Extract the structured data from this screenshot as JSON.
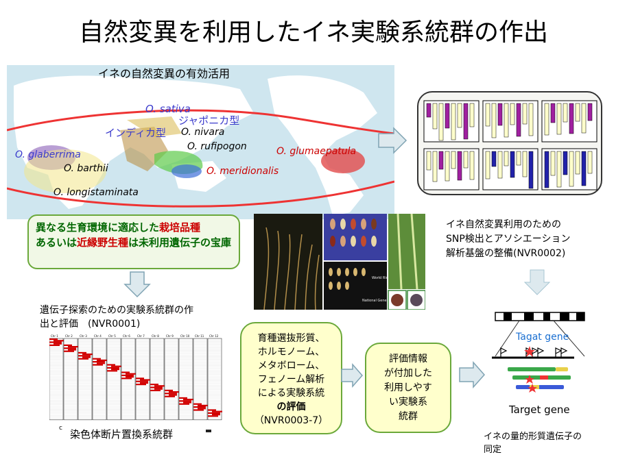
{
  "title": "自然変異を利用したイネ実験系統群の作出",
  "map": {
    "caption": "イネの自然変異の有効活用",
    "labels": {
      "o_sativa": "O. sativa",
      "japonica": "ジャポニカ型",
      "indica": "インディカ型",
      "o_nivara": "O. nivara",
      "o_rufipogon": "O. rufipogon",
      "o_glaberrima": "O. glaberrima",
      "o_barthii": "O. barthii",
      "o_longistaminata": "O. longistaminata",
      "o_meridionalis": "O. meridionalis",
      "o_glumaepatula": "O. glumaepatula"
    }
  },
  "resource_box": {
    "part1": "異なる生育環境に適応した",
    "part2": "栽培品種",
    "part3": "あるいは",
    "part4": "近縁野生種",
    "part5": "は未利用遺伝子の宝庫"
  },
  "snp": {
    "line1": "イネ自然変異利用のための",
    "line2": "SNP検出とアソシエーション",
    "line3": "解析基盤の整備(NVR0002)"
  },
  "photos": {
    "grain_caption": "World Rice Core Collection",
    "gene_bank": "National Gene Bank, NIAS"
  },
  "lines": {
    "caption_line1": "遺伝子探索のための実験系統群の作",
    "caption_line2": "出と評価　(NVR0001)",
    "chr_labels": [
      "Chr 1",
      "Chr 2",
      "Chr 3",
      "Chr 4",
      "Chr 5",
      "Chr 6",
      "Chr 7",
      "Chr 8",
      "Chr 9",
      "Chr 10",
      "Chr 11",
      "Chr 12"
    ],
    "bottom_label": "染色体断片置換系統群",
    "corner_mark": "c"
  },
  "eval_box": {
    "line1": "育種選抜形質、",
    "line2": "ホルモノーム、",
    "line3": "メタボローム、",
    "line4": "フェノーム解析",
    "line5": "による実験系統",
    "line6": "の評価",
    "line7": "（NVR0003-7）"
  },
  "info_box": {
    "line1": "評価情報",
    "line2": "が付加した",
    "line3": "利用しやす",
    "line4": "い実験系",
    "line5": "統群"
  },
  "qtl": {
    "tagat_label": "Tagat gene",
    "target_label": "Target gene",
    "caption_line1": "イネの量的形質遺伝子の",
    "caption_line2": "同定"
  },
  "colors": {
    "ocean": "#cfe6ef",
    "land": "#ffffff",
    "arrow_fill": "#dde9ee",
    "arrow_stroke": "#7fa3b3",
    "substitution_red": "#d20000"
  }
}
